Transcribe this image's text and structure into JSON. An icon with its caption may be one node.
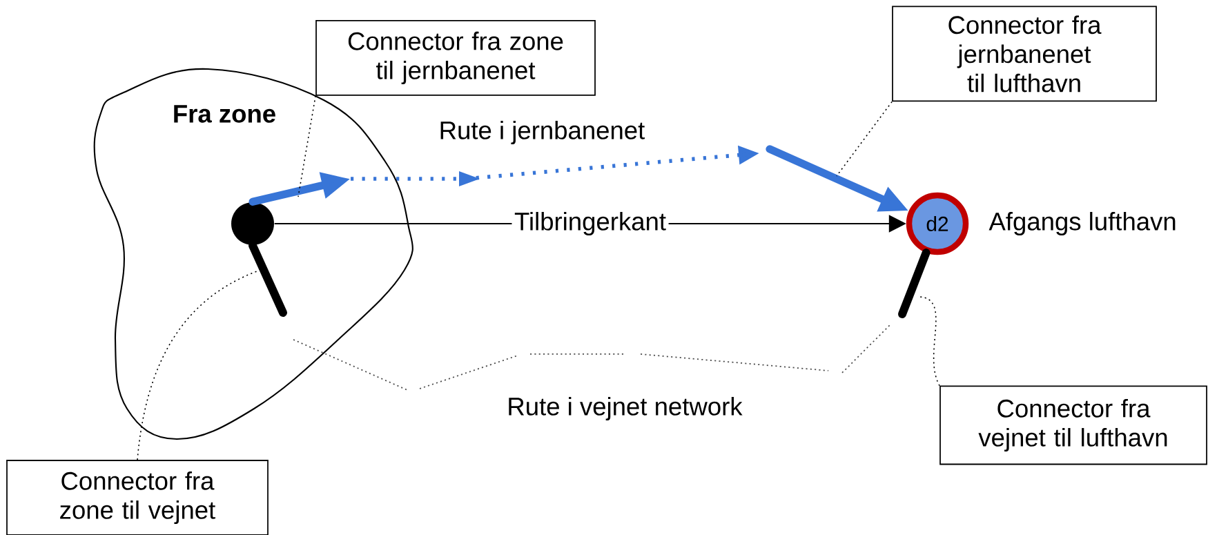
{
  "diagram": {
    "nodes": [
      {
        "text": [
          "Fra zone"
        ]
      },
      {
        "text": [],
        "shape": "circle",
        "in": 0
      },
      {
        "text": [
          "d2"
        ],
        "beside": [
          "Afgangs lufthavn"
        ]
      },
      {
        "text": [
          "Connector fra zone til jernbanenet"
        ]
      },
      {
        "text": [
          "Connector fra jernbanenet til lufthavn"
        ]
      },
      {
        "text": [
          "Connector fra vejnet til lufthavn"
        ]
      },
      {
        "text": [
          "Connector fra zone til vejnet"
        ]
      }
    ],
    "edges": [
      {
        "from": 1,
        "to": null,
        "arrow": "to",
        "style": "thick",
        "color": "#3875d7"
      },
      {
        "from": null,
        "to": 2,
        "arrow": "to",
        "style": "thick",
        "color": "#3875d7"
      },
      {
        "from": 1,
        "to": 2,
        "arrow": "to",
        "label": "Tilbringerkant"
      },
      {
        "from": 1,
        "to": null,
        "arrow": "none",
        "style": "thick"
      },
      {
        "from": null,
        "to": 2,
        "arrow": "none",
        "style": "thick"
      },
      {
        "from": 3,
        "to": null,
        "arrow": "none",
        "style": "dashed"
      },
      {
        "from": 4,
        "to": null,
        "arrow": "none",
        "style": "dashed"
      },
      {
        "from": 5,
        "to": null,
        "arrow": "none",
        "style": "dashed"
      },
      {
        "from": 6,
        "to": null,
        "arrow": "none",
        "style": "dashed"
      }
    ],
    "labels": [
      "Rute i jernbanenet",
      "Rute i vejnet network"
    ]
  }
}
